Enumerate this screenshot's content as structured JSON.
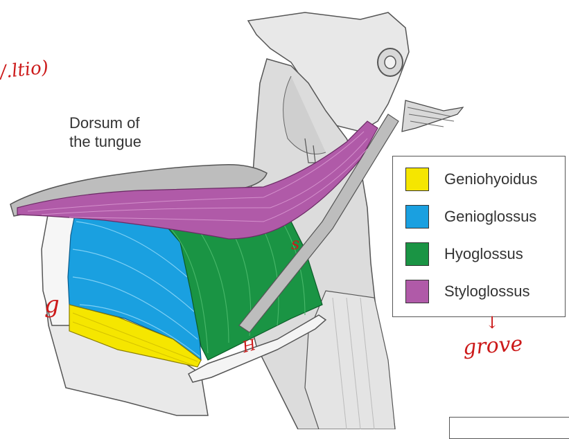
{
  "labels": {
    "dorsum_line1": "Dorsum of",
    "dorsum_line2": "the tungue"
  },
  "legend": [
    {
      "label": "Geniohyoidus",
      "color": "#f5e600"
    },
    {
      "label": "Genioglossus",
      "color": "#1aa0e0"
    },
    {
      "label": "Hyoglossus",
      "color": "#1a9444"
    },
    {
      "label": "Styloglossus",
      "color": "#b05aa8"
    }
  ],
  "annotations": {
    "top_left": "/.ltio)",
    "s_mark": "s",
    "g_mark": "g",
    "h_mark": "H",
    "arrow": "↓",
    "groove": "grove"
  }
}
